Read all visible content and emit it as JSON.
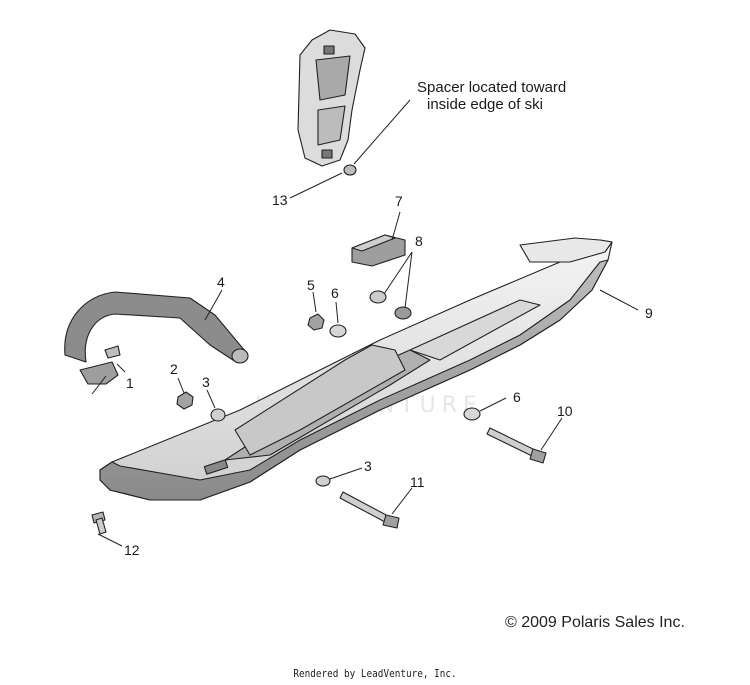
{
  "diagram": {
    "note_line1": "Spacer   located toward",
    "note_line2": "inside edge of ski",
    "callouts": {
      "c1": "1",
      "c2": "2",
      "c3a": "3",
      "c3b": "3",
      "c4": "4",
      "c5": "5",
      "c6a": "6",
      "c6b": "6",
      "c7": "7",
      "c8": "8",
      "c9": "9",
      "c10": "10",
      "c11": "11",
      "c12": "12",
      "c13": "13"
    },
    "watermark": "LEADVENTURE"
  },
  "footer": {
    "copyright": "© 2009 Polaris Sales Inc.",
    "rendered_by": "Rendered by LeadVenture, Inc."
  }
}
